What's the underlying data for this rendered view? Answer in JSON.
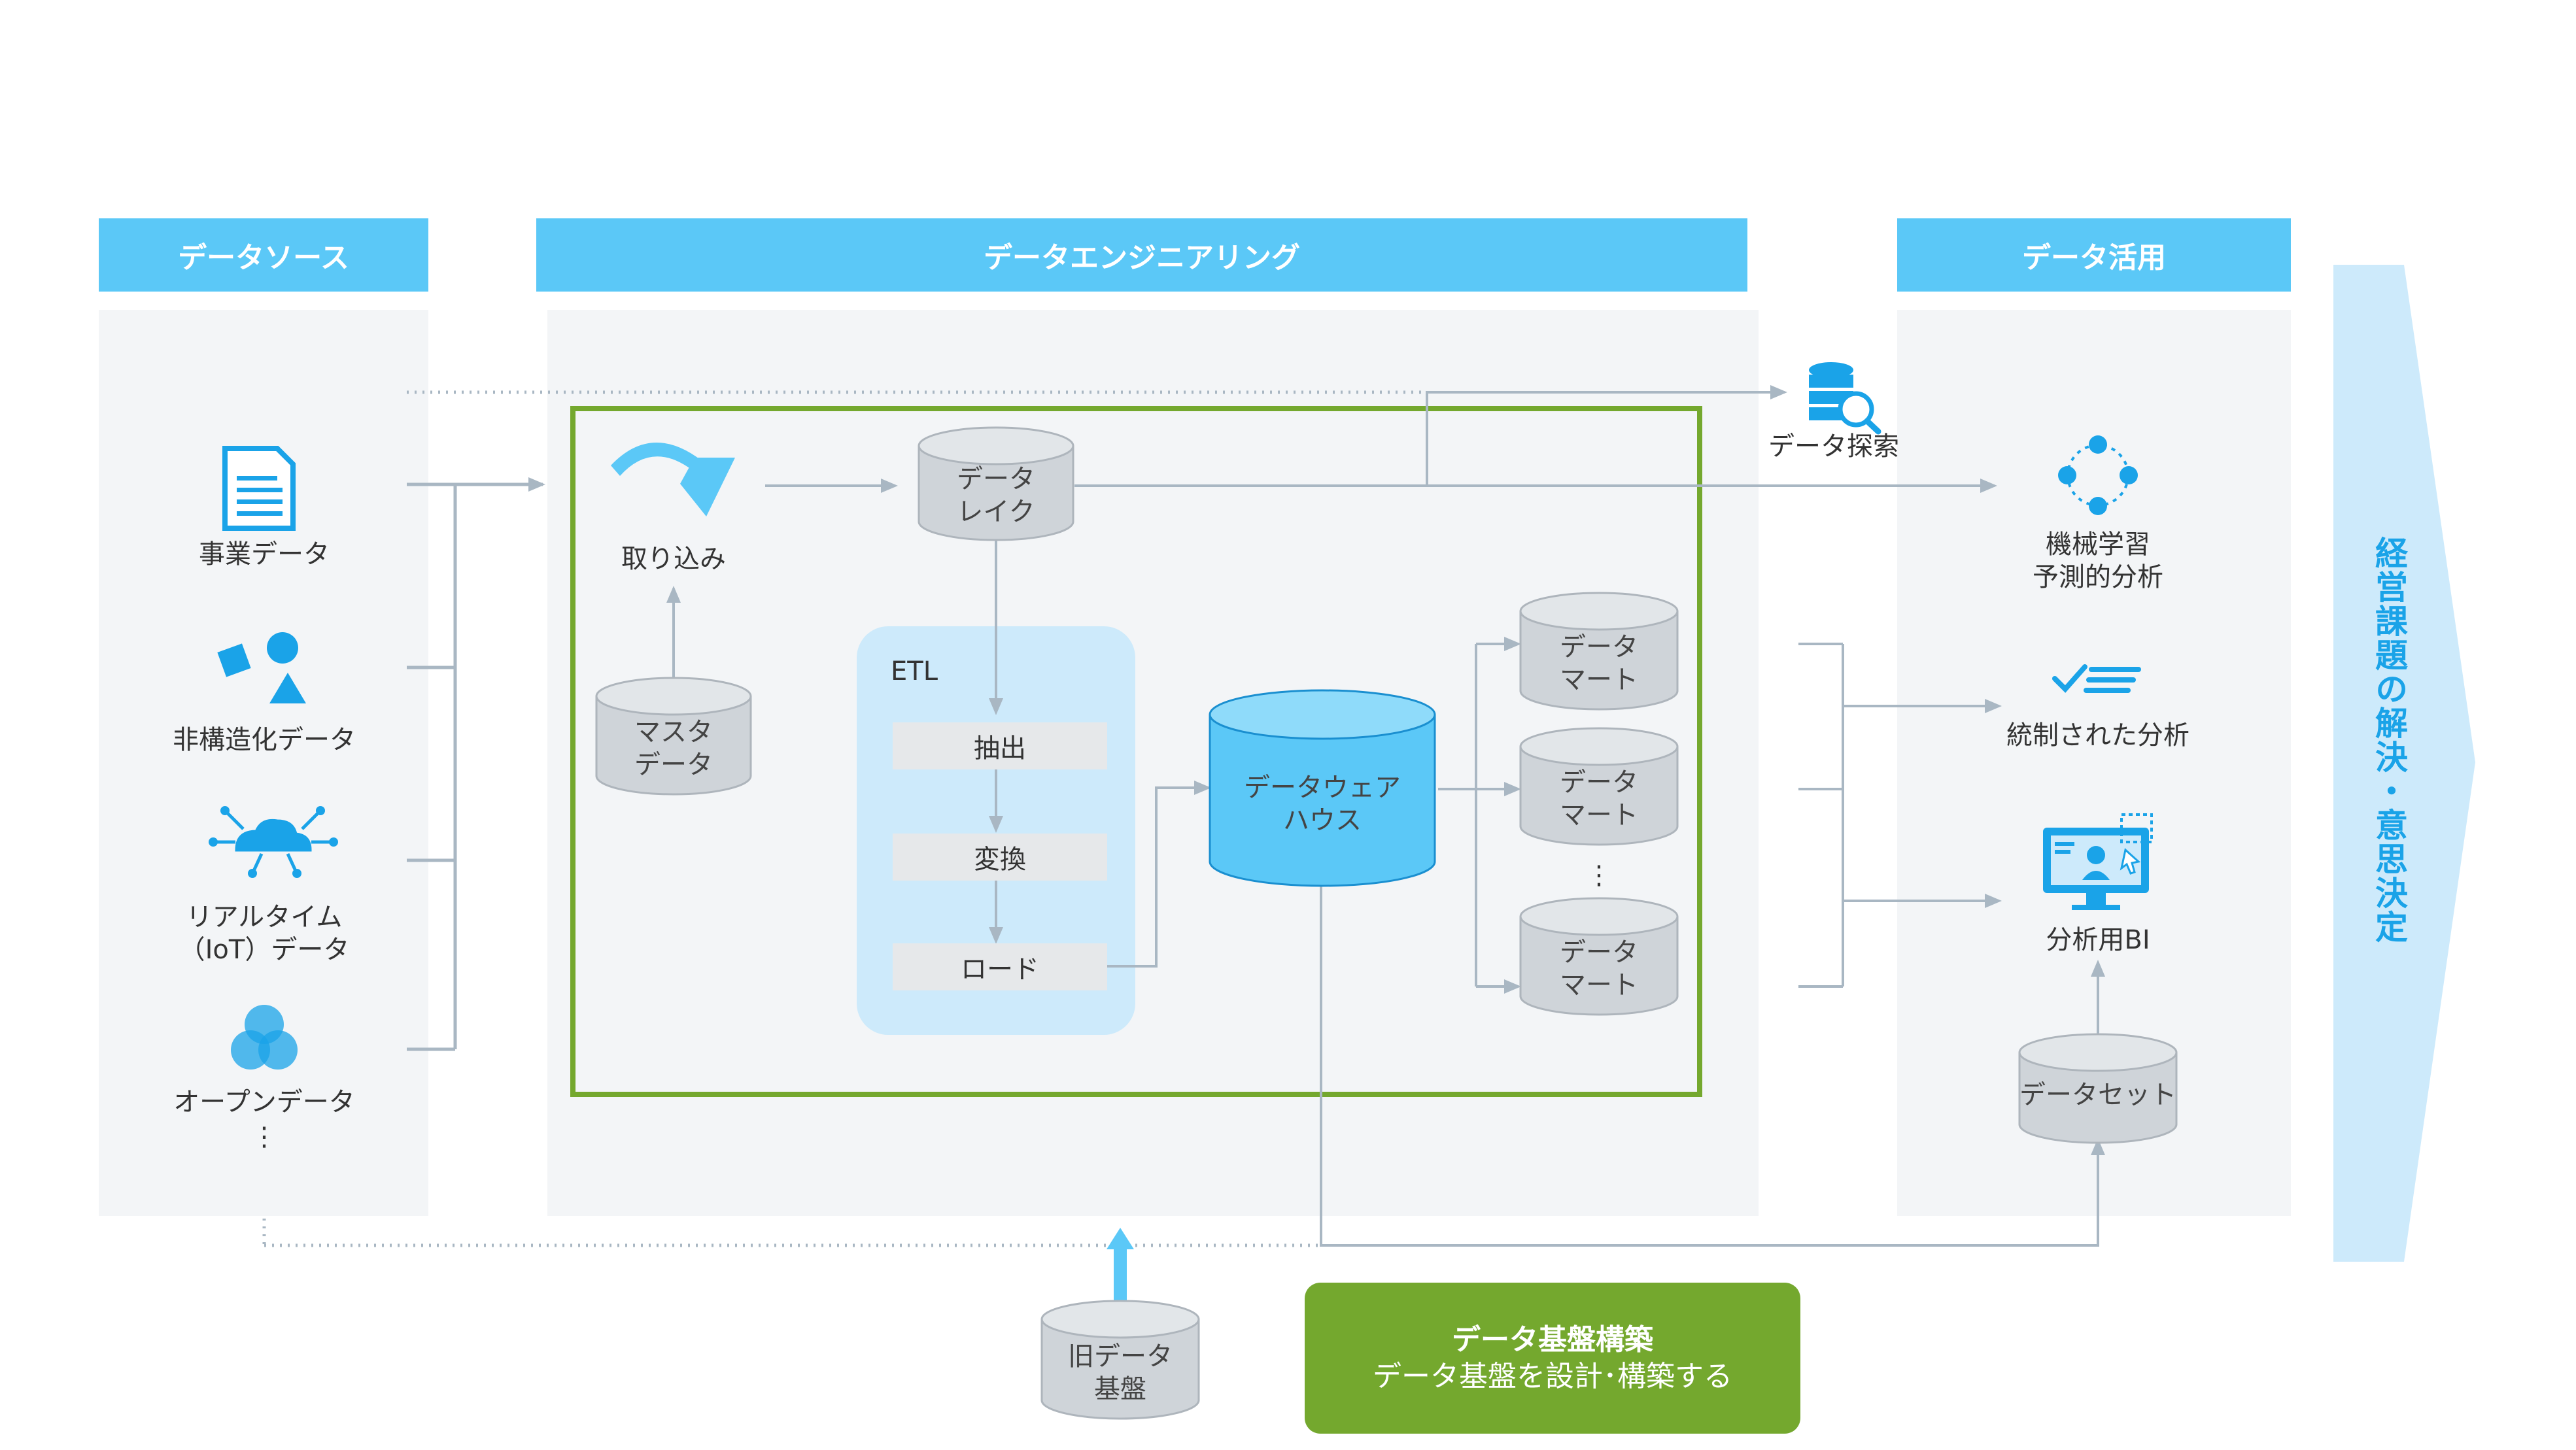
{
  "headers": {
    "data_source": "データソース",
    "data_engineering": "データエンジニアリング",
    "data_utilization": "データ活用"
  },
  "sources": {
    "business": "事業データ",
    "unstructured": "非構造化データ",
    "realtime_line1": "リアルタイム",
    "realtime_line2": "（IoT）データ",
    "open": "オープンデータ",
    "ellipsis": "⋮"
  },
  "engineering": {
    "ingest": "取り込み",
    "lake_line1": "データ",
    "lake_line2": "レイク",
    "master_line1": "マスタ",
    "master_line2": "データ",
    "etl": "ETL",
    "extract": "抽出",
    "transform": "変換",
    "load": "ロード",
    "dwh_line1": "データウェア",
    "dwh_line2": "ハウス",
    "mart_line1": "データ",
    "mart_line2": "マート",
    "mart_ellipsis": "⋮"
  },
  "utilization": {
    "exploration": "データ探索",
    "ml_line1": "機械学習",
    "ml_line2": "予測的分析",
    "governed": "統制された分析",
    "bi": "分析用BI",
    "dataset": "データセット"
  },
  "legacy": {
    "line1": "旧データ",
    "line2": "基盤"
  },
  "goal": "経営課題の解決・意思決定",
  "platform": {
    "title": "データ基盤構築",
    "subtitle": "データ基盤を設計･構築する"
  },
  "icons": {
    "document": "document-icon",
    "shapes": "shapes-icon",
    "iot_cloud": "iot-cloud-icon",
    "venn": "venn-circles-icon",
    "ingest_arrow": "curved-arrow-icon",
    "db_search": "database-search-icon",
    "network": "network-nodes-icon",
    "checklist": "checklist-icon",
    "bi_monitor": "monitor-analytics-icon"
  },
  "colors": {
    "header": "#5bc8f7",
    "accent_blue": "#1aa3e8",
    "green": "#74a82e",
    "panel": "#f3f5f7",
    "connector": "#a9b7c3"
  }
}
